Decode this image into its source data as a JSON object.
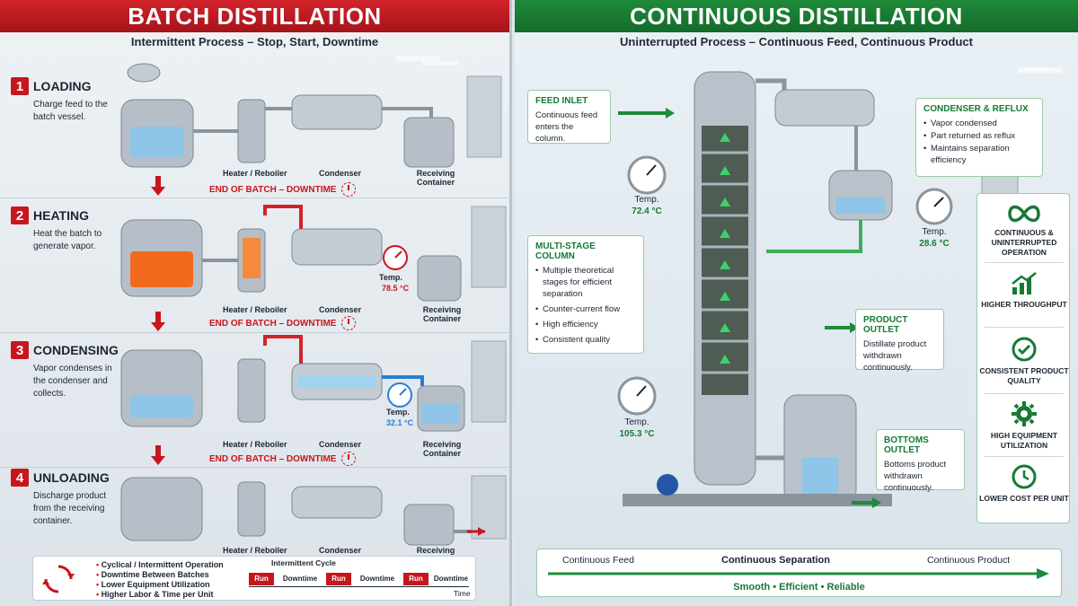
{
  "colors": {
    "batch_red": "#c8161d",
    "continuous_green": "#167a34",
    "steel": "#aeb7bf"
  },
  "batch": {
    "title": "BATCH DISTILLATION",
    "subtitle": "Intermittent Process – Stop, Start, Downtime",
    "steps": [
      {
        "num": "1",
        "title": "LOADING",
        "desc": "Charge feed to the batch vessel."
      },
      {
        "num": "2",
        "title": "HEATING",
        "desc": "Heat the batch to generate vapor."
      },
      {
        "num": "3",
        "title": "CONDENSING",
        "desc": "Vapor condenses in the condenser and collects."
      },
      {
        "num": "4",
        "title": "UNLOADING",
        "desc": "Discharge product from the receiving container."
      }
    ],
    "labels": {
      "heater": "Heater / Reboiler",
      "condenser": "Condenser",
      "receiving": "Receiving Container"
    },
    "end_of_batch": "END OF BATCH – DOWNTIME",
    "temps": [
      {
        "label": "Temp.",
        "value": "78.5 °C"
      },
      {
        "label": "Temp.",
        "value": "32.1 °C"
      }
    ],
    "summary": {
      "items": [
        "Cyclical / Intermittent Operation",
        "Downtime Between Batches",
        "Lower Equipment Utilization",
        "Higher Labor & Time per Unit"
      ],
      "cycle_title": "Intermittent Cycle",
      "cycle_blocks": [
        "Run",
        "Downtime",
        "Run",
        "Downtime",
        "Run",
        "Downtime"
      ],
      "time_label": "Time"
    }
  },
  "continuous": {
    "title": "CONTINUOUS DISTILLATION",
    "subtitle": "Uninterrupted Process – Continuous Feed, Continuous Product",
    "feed_inlet": {
      "title": "FEED INLET",
      "desc": "Continuous feed enters the column."
    },
    "condenser": {
      "title": "CONDENSER & REFLUX",
      "items": [
        "Vapor condensed",
        "Part returned as reflux",
        "Maintains separation efficiency"
      ]
    },
    "column": {
      "title": "MULTI-STAGE COLUMN",
      "items": [
        "Multiple theoretical stages for efficient separation",
        "Counter-current flow",
        "High efficiency",
        "Consistent quality"
      ]
    },
    "product_outlet": {
      "title": "PRODUCT OUTLET",
      "desc": "Distillate product withdrawn continuously."
    },
    "bottoms_outlet": {
      "title": "BOTTOMS OUTLET",
      "desc": "Bottoms product withdrawn continuously."
    },
    "temps": [
      {
        "label": "Temp.",
        "value": "72.4 °C"
      },
      {
        "label": "Temp.",
        "value": "28.6 °C"
      },
      {
        "label": "Temp.",
        "value": "105.3 °C"
      }
    ],
    "benefits": [
      {
        "icon": "infinity-icon",
        "text": "CONTINUOUS & UNINTERRUPTED OPERATION"
      },
      {
        "icon": "growth-chart-icon",
        "text": "HIGHER THROUGHPUT"
      },
      {
        "icon": "check-circle-icon",
        "text": "CONSISTENT PRODUCT QUALITY"
      },
      {
        "icon": "gear-icon",
        "text": "HIGH EQUIPMENT UTILIZATION"
      },
      {
        "icon": "clock-icon",
        "text": "LOWER COST PER UNIT"
      }
    ],
    "flow": {
      "feed": "Continuous Feed",
      "separation": "Continuous Separation",
      "product": "Continuous Product",
      "tagline": "Smooth • Efficient • Reliable"
    }
  }
}
